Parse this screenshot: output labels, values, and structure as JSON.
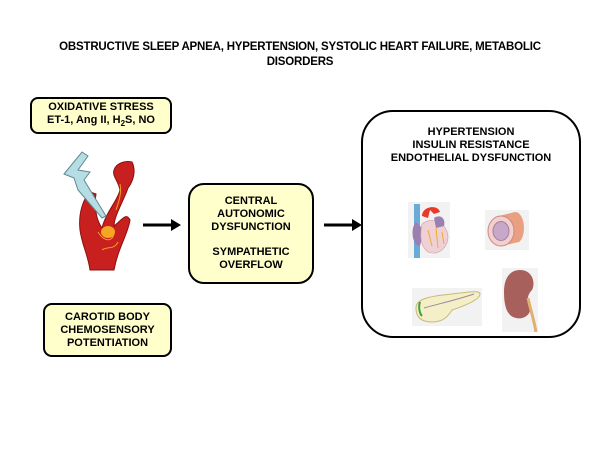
{
  "title": {
    "line1": "OBSTRUCTIVE SLEEP APNEA,  HYPERTENSION, SYSTOLIC HEART  FAILURE, METABOLIC",
    "line2": "DISORDERS"
  },
  "boxes": {
    "oxidative_stress": {
      "line1": "OXIDATIVE  STRESS",
      "line2_pre": "ET-1, Ang II, H",
      "line2_sub": "2",
      "line2_post": "S, NO"
    },
    "carotid_body": {
      "lines": [
        "CAROTID BODY",
        "CHEMOSENSORY",
        "POTENTIATION"
      ]
    },
    "central_autonomic": {
      "lines": [
        "CENTRAL",
        "AUTONOMIC",
        "DYSFUNCTION"
      ],
      "lines2": [
        "SYMPATHETIC",
        "OVERFLOW"
      ]
    },
    "outcomes": {
      "lines": [
        "HYPERTENSION",
        "INSULIN RESISTANCE",
        "ENDOTHELIAL  DYSFUNCTION"
      ]
    }
  },
  "illustrations": [
    "carotid-body-icon",
    "lightning-bolt-icon",
    "heart-icon",
    "blood-vessel-icon",
    "pancreas-icon",
    "kidney-icon"
  ],
  "colors": {
    "box_fill": "#ffffcc",
    "border": "#000000"
  }
}
